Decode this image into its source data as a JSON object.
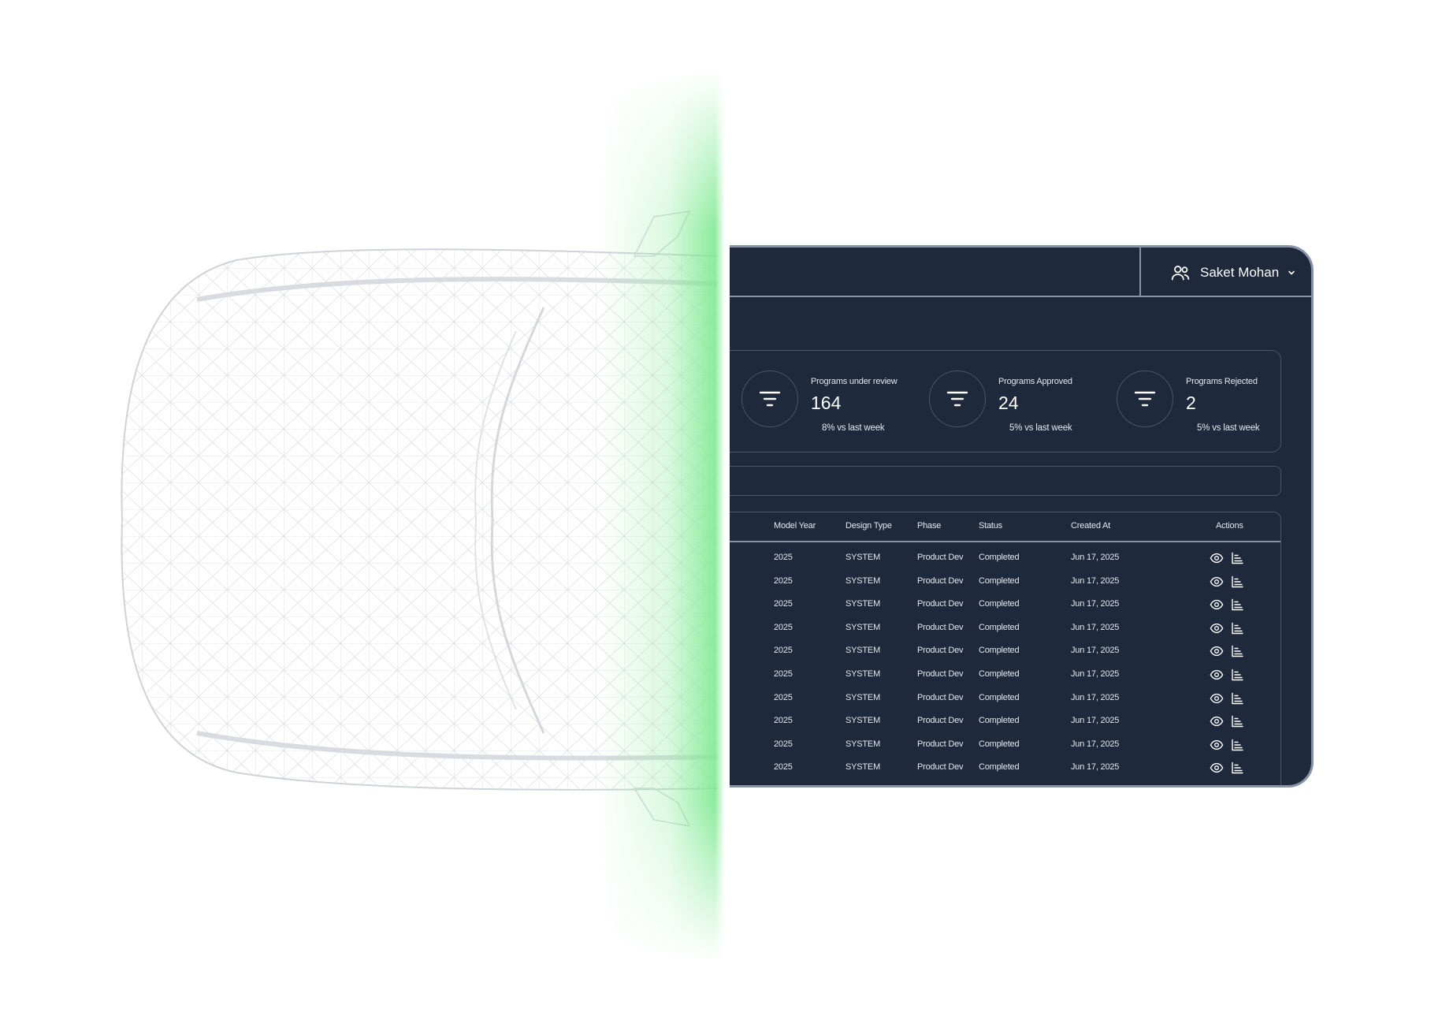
{
  "colors": {
    "panel_bg": "#1e293b",
    "panel_border": "#8793a6",
    "text": "#e2e8f0",
    "glow": "#78e88c"
  },
  "header": {
    "user_icon": "users-icon",
    "user_name": "Saket Mohan",
    "dropdown_icon": "chevron-down-icon"
  },
  "stats": [
    {
      "icon": "filter-icon",
      "label": "Programs under review",
      "value": "164",
      "change": "8% vs last week"
    },
    {
      "icon": "filter-icon",
      "label": "Programs Approved",
      "value": "24",
      "change": "5% vs last week"
    },
    {
      "icon": "filter-icon",
      "label": "Programs Rejected",
      "value": "2",
      "change": "5% vs last week"
    }
  ],
  "table": {
    "columns": [
      "Model Year",
      "Design Type",
      "Phase",
      "Status",
      "Created At",
      "Actions"
    ],
    "action_icons": [
      "eye-icon",
      "bar-chart-icon"
    ],
    "rows": [
      [
        "2025",
        "SYSTEM",
        "Product Dev",
        "Completed",
        "Jun 17, 2025"
      ],
      [
        "2025",
        "SYSTEM",
        "Product Dev",
        "Completed",
        "Jun 17, 2025"
      ],
      [
        "2025",
        "SYSTEM",
        "Product Dev",
        "Completed",
        "Jun 17, 2025"
      ],
      [
        "2025",
        "SYSTEM",
        "Product Dev",
        "Completed",
        "Jun 17, 2025"
      ],
      [
        "2025",
        "SYSTEM",
        "Product Dev",
        "Completed",
        "Jun 17, 2025"
      ],
      [
        "2025",
        "SYSTEM",
        "Product Dev",
        "Completed",
        "Jun 17, 2025"
      ],
      [
        "2025",
        "SYSTEM",
        "Product Dev",
        "Completed",
        "Jun 17, 2025"
      ],
      [
        "2025",
        "SYSTEM",
        "Product Dev",
        "Completed",
        "Jun 17, 2025"
      ],
      [
        "2025",
        "SYSTEM",
        "Product Dev",
        "Completed",
        "Jun 17, 2025"
      ],
      [
        "2025",
        "SYSTEM",
        "Product Dev",
        "Completed",
        "Jun 17, 2025"
      ]
    ]
  }
}
